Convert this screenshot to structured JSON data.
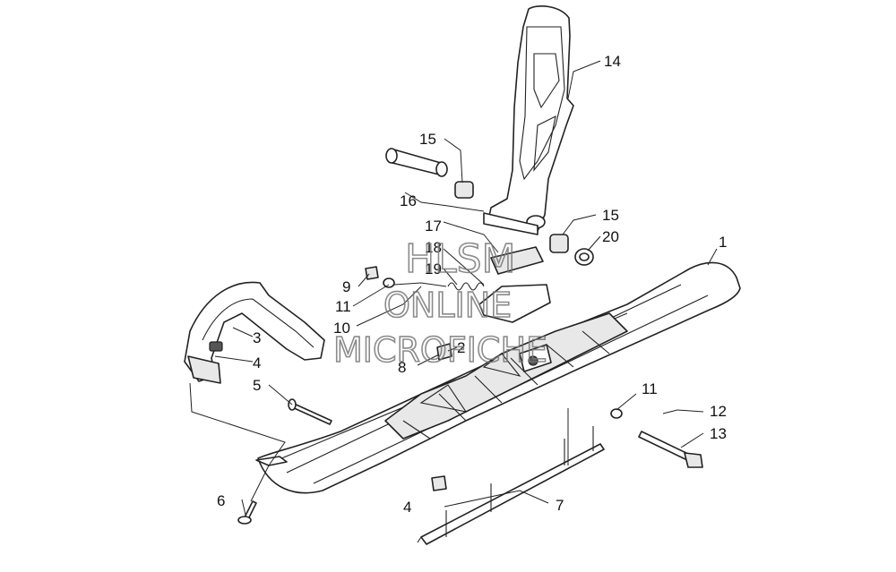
{
  "diagram": {
    "part_labels": [
      {
        "id": "1",
        "text": "1"
      },
      {
        "id": "2",
        "text": "2"
      },
      {
        "id": "3",
        "text": "3"
      },
      {
        "id": "4a",
        "text": "4"
      },
      {
        "id": "4b",
        "text": "4"
      },
      {
        "id": "5",
        "text": "5"
      },
      {
        "id": "6",
        "text": "6"
      },
      {
        "id": "7",
        "text": "7"
      },
      {
        "id": "8",
        "text": "8"
      },
      {
        "id": "9",
        "text": "9"
      },
      {
        "id": "10",
        "text": "10"
      },
      {
        "id": "11a",
        "text": "11"
      },
      {
        "id": "11b",
        "text": "11"
      },
      {
        "id": "12",
        "text": "12"
      },
      {
        "id": "13",
        "text": "13"
      },
      {
        "id": "14",
        "text": "14"
      },
      {
        "id": "15a",
        "text": "15"
      },
      {
        "id": "15b",
        "text": "15"
      },
      {
        "id": "16",
        "text": "16"
      },
      {
        "id": "17",
        "text": "17"
      },
      {
        "id": "18",
        "text": "18"
      },
      {
        "id": "19",
        "text": "19"
      },
      {
        "id": "20",
        "text": "20"
      }
    ]
  },
  "watermark": {
    "line1": "HLSM",
    "line2": "ONLINE",
    "line3": "MICROFICHE",
    "color": "#777777"
  }
}
